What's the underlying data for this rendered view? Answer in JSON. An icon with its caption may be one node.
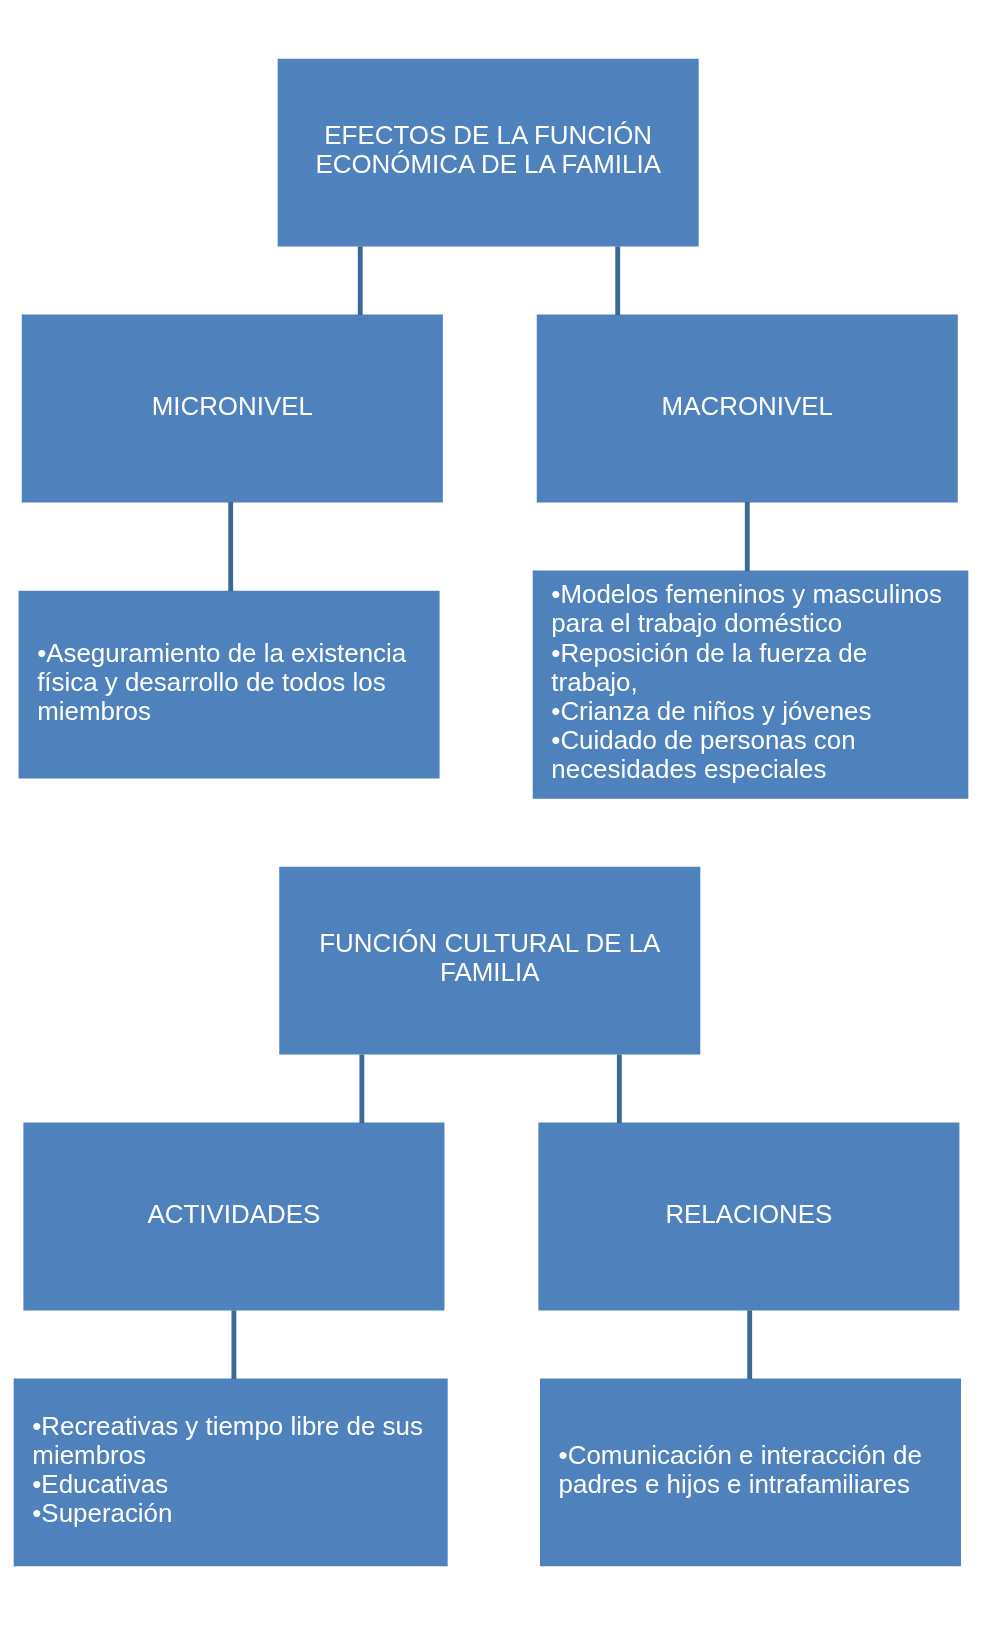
{
  "diagram": {
    "nodes": [
      {
        "text": [
          "EFECTOS DE LA FUNCIÓN ECONÓMICA DE LA FAMILIA"
        ]
      },
      {
        "text": [
          "MICRONIVEL"
        ]
      },
      {
        "text": [
          "MACRONIVEL"
        ]
      },
      {
        "text": [
          "•Aseguramiento de la existencia física y desarrollo de todos los miembros"
        ]
      },
      {
        "text": [
          "•Modelos femeninos y masculinos para el trabajo doméstico",
          "•Reposición de la fuerza de trabajo,",
          "•Crianza de niños y jóvenes",
          "•Cuidado de personas con necesidades especiales"
        ]
      },
      {
        "text": [
          "FUNCIÓN CULTURAL DE LA FAMILIA"
        ]
      },
      {
        "text": [
          "ACTIVIDADES"
        ]
      },
      {
        "text": [
          "RELACIONES"
        ]
      },
      {
        "text": [
          "•Recreativas y tiempo libre de sus miembros",
          "•Educativas",
          "•Superación"
        ]
      },
      {
        "text": [
          "•Comunicación e interacción de padres e hijos e intrafamiliares"
        ]
      }
    ],
    "edges": [
      {
        "from": 0,
        "to": 1,
        "arrow": "none"
      },
      {
        "from": 0,
        "to": 2,
        "arrow": "none"
      },
      {
        "from": 1,
        "to": 3,
        "arrow": "none"
      },
      {
        "from": 2,
        "to": 4,
        "arrow": "none"
      },
      {
        "from": 5,
        "to": 6,
        "arrow": "none"
      },
      {
        "from": 5,
        "to": 7,
        "arrow": "none"
      },
      {
        "from": 6,
        "to": 8,
        "arrow": "none"
      },
      {
        "from": 7,
        "to": 9,
        "arrow": "none"
      }
    ]
  }
}
